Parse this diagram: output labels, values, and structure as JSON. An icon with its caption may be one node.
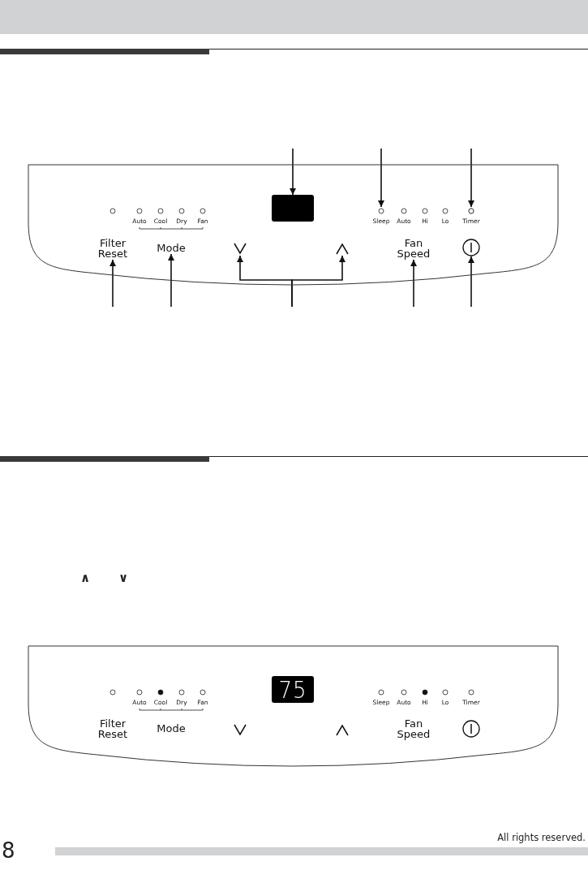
{
  "diagram": {
    "nodes": [
      {
        "text": [],
        "shape": "panel"
      },
      {
        "text": [],
        "shape": "box",
        "in": 0
      },
      {
        "text": [],
        "shape": "circle",
        "in": 0,
        "beside": [
          "Sleep"
        ]
      },
      {
        "text": [],
        "shape": "circle",
        "in": 0,
        "beside": [
          "Timer"
        ]
      },
      {
        "text": [
          "Filter Reset"
        ],
        "in": 0
      },
      {
        "text": [
          "Mode"
        ],
        "in": 0
      },
      {
        "text": [],
        "shape": "chevron",
        "in": 0
      },
      {
        "text": [],
        "shape": "chevron",
        "in": 0
      },
      {
        "text": [
          "Fan Speed"
        ],
        "in": 0
      },
      {
        "text": [],
        "shape": "circle",
        "in": 0
      },
      {
        "text": [],
        "shape": "panel"
      },
      {
        "text": [
          "75"
        ],
        "in": 10
      }
    ],
    "edges": [
      {
        "from": null,
        "to": 1,
        "arrow": "to"
      },
      {
        "from": null,
        "to": 2,
        "arrow": "to"
      },
      {
        "from": null,
        "to": 3,
        "arrow": "to"
      },
      {
        "from": null,
        "to": 4,
        "arrow": "to"
      },
      {
        "from": null,
        "to": 5,
        "arrow": "to"
      },
      {
        "from": null,
        "to": 6,
        "arrow": "to"
      },
      {
        "from": null,
        "to": 7,
        "arrow": "to"
      },
      {
        "from": null,
        "to": 8,
        "arrow": "to"
      },
      {
        "from": null,
        "to": 9,
        "arrow": "to"
      }
    ],
    "labels": [
      "Auto",
      "Cool",
      "Dry",
      "Fan",
      "Auto",
      "Hi",
      "Lo",
      "∧",
      "∨",
      "Auto",
      "Cool",
      "Dry",
      "Fan",
      "Sleep",
      "Auto",
      "Hi",
      "Lo",
      "Timer",
      "Filter Reset",
      "Mode",
      "Fan Speed",
      "8",
      "All rights reserved."
    ]
  }
}
